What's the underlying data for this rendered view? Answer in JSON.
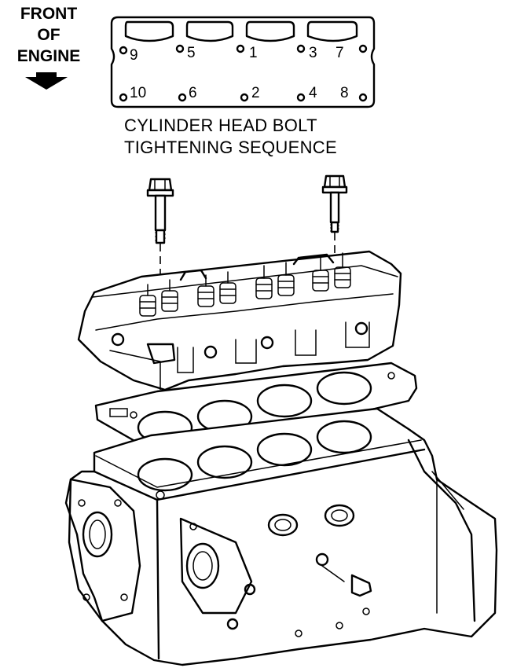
{
  "front_label": [
    "FRONT",
    "OF",
    "ENGINE"
  ],
  "caption": [
    "CYLINDER HEAD BOLT",
    "TIGHTENING SEQUENCE"
  ],
  "sequence": {
    "top_row": [
      "9",
      "5",
      "1",
      "3",
      "7"
    ],
    "bottom_row": [
      "10",
      "6",
      "2",
      "4",
      "8"
    ]
  },
  "icons": {
    "front_arrow": "down-arrow-icon"
  }
}
